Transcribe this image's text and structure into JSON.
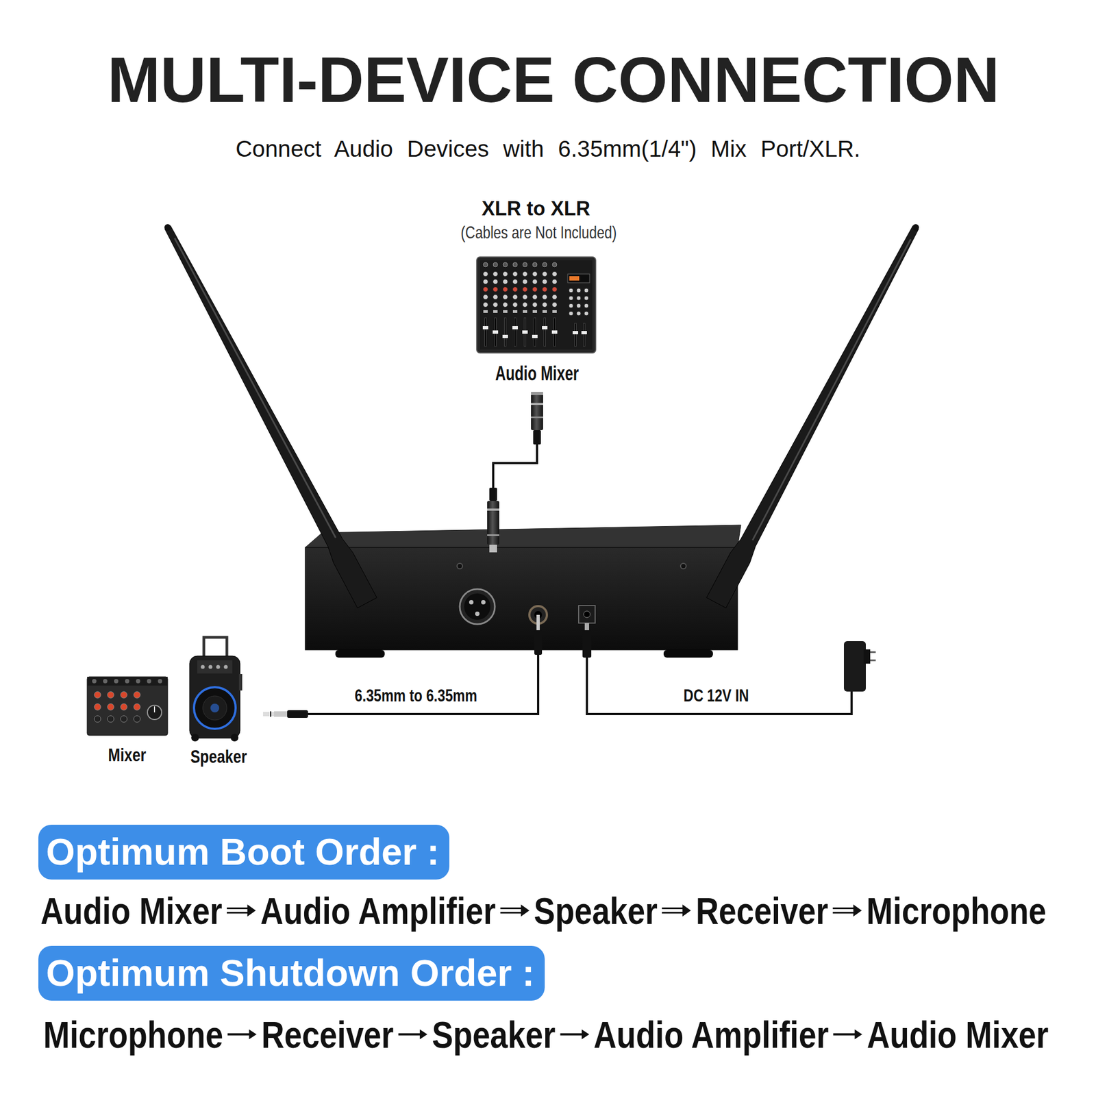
{
  "diagram": {
    "title": "MULTI-DEVICE CONNECTION",
    "nodes": [
      {
        "text": [
          "Optimum Boot Order :"
        ]
      },
      {
        "text": [
          "Optimum Shutdown Order :"
        ]
      }
    ],
    "labels": [
      "Connect Audio Devices with 6.35mm(1/4\") Mix Port/XLR.",
      "XLR to XLR",
      "(Cables are Not Included)",
      "Audio Mixer",
      "6.35mm to 6.35mm",
      "DC 12V IN",
      "Mixer",
      "Speaker",
      "Audio Mixer",
      "Audio Amplifier",
      "Speaker",
      "Receiver",
      "Microphone",
      "Microphone",
      "Receiver",
      "Speaker",
      "Audio Amplifier",
      "Audio Mixer"
    ]
  }
}
